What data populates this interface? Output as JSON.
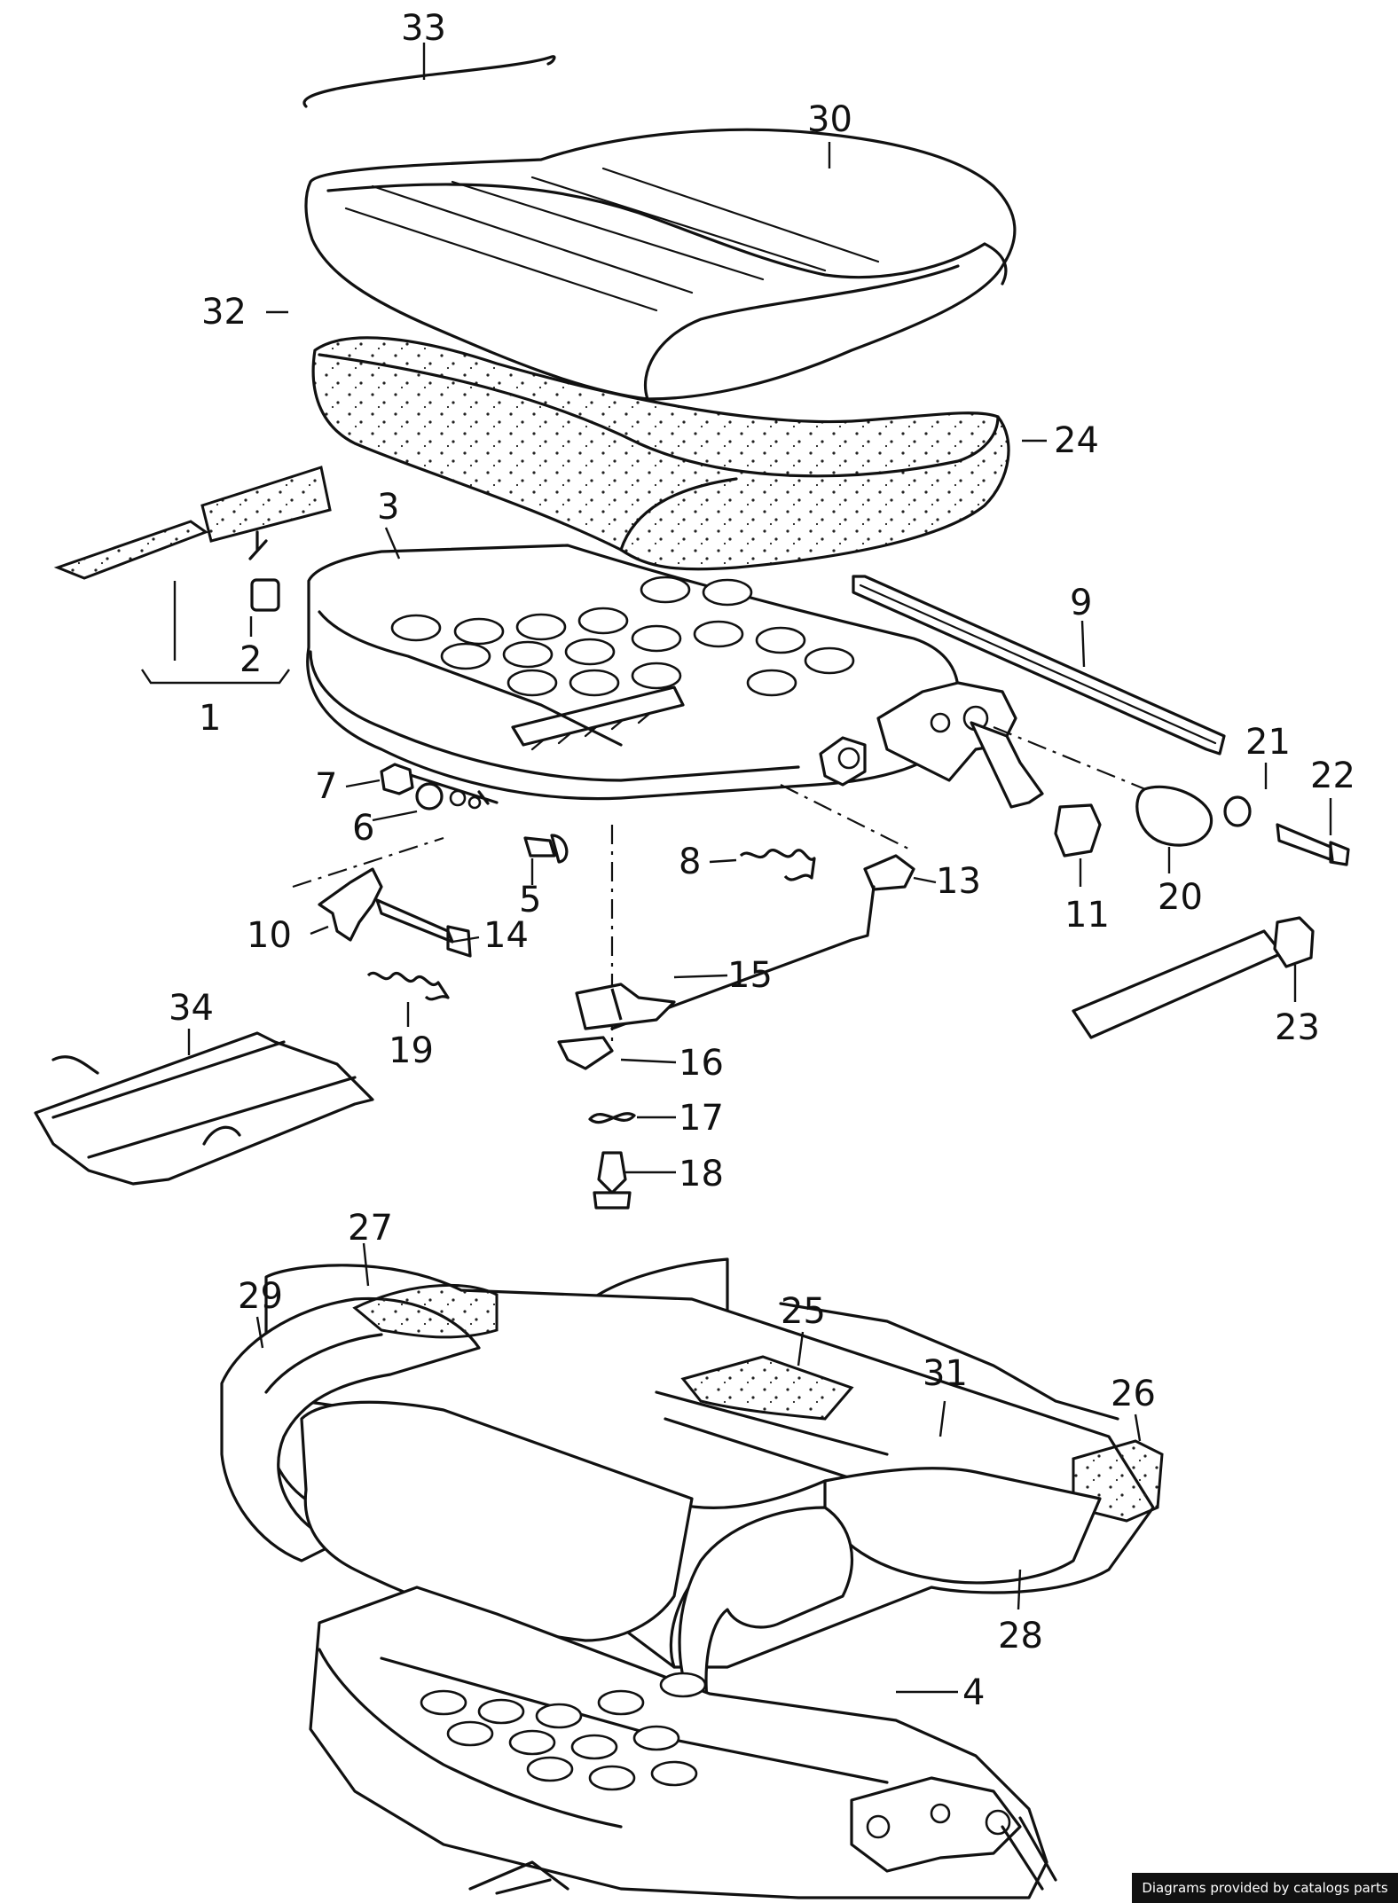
{
  "diagram": {
    "callouts": [
      "1",
      "2",
      "3",
      "4",
      "5",
      "6",
      "7",
      "8",
      "9",
      "10",
      "11",
      "13",
      "14",
      "15",
      "16",
      "17",
      "18",
      "19",
      "20",
      "21",
      "22",
      "23",
      "24",
      "25",
      "26",
      "27",
      "28",
      "29",
      "30",
      "31",
      "32",
      "33",
      "34"
    ]
  },
  "footer": {
    "credit": "Diagrams provided by catalogs parts"
  }
}
